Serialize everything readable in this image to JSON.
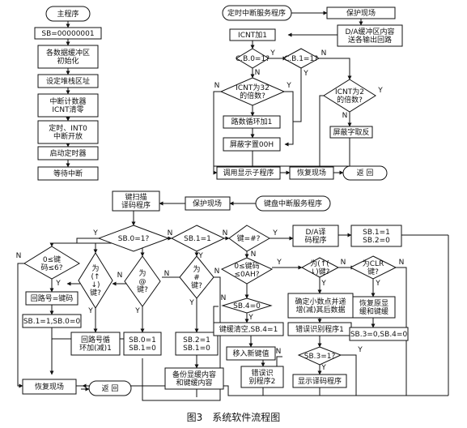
{
  "caption": "图3　系统软件流程图",
  "main_program": {
    "start": "主程序",
    "steps": [
      "SB=00000001",
      "各数据缓冲区\n初始化",
      "设定堆栈区址",
      "中断计数器\nICNT清零",
      "定时、INT0\n中断开放",
      "启动定时器",
      "等待中断"
    ]
  },
  "timer_isr": {
    "start": "定时中断服务程序",
    "protect": "保护现场",
    "send_da": "D/A缓冲区内容\n送各输出回路",
    "icnt_inc": "ICNT加1",
    "cond_cb0": "C.B.0=1?",
    "cond_cb1": "C.B.1=1?",
    "cond_icnt32": "ICNT为32\n的倍数?",
    "cond_icnt2": "ICNT为2\n的倍数?",
    "loop_inc": "路数循环加1",
    "mask_set": "屏蔽字置00H",
    "mask_inv": "屏蔽字取反",
    "call_display": "调用显示子程序",
    "restore": "恢复现场",
    "ret": "返 回"
  },
  "keyboard_isr": {
    "start": "键盘中断服务程序",
    "protect": "保护现场",
    "scan": "键扫描\n译码程序",
    "cond_sb0": "SB.0=1?",
    "cond_sb1": "SB.1=1",
    "cond_key_hash_q": "键=#?",
    "da_decode": "D/A译\n码程序",
    "set_sb": "SB.1=1\nSB.2=0",
    "cond_key_range6": "0≤键\n码≤6?",
    "cond_up_down": "为\n(↑\n↓)\n键?",
    "cond_at": "为\n@\n键?",
    "cond_hash": "为\n#\n键?",
    "cond_key_range_a": "0≤键码\n≤0AH?",
    "cond_up_down2": "为(↑(\n↓)键?",
    "cond_clr": "为CLR\n键?",
    "loop_eq_key": "回路号=键码",
    "sb_set_a": "SB.1=1,SB.0=0",
    "loop_cycle": "回路号循\n环加(减)1",
    "sb_set_b": "SB.0=1\nSB.1=0",
    "sb_set_c": "SB.2=1\nSB.1=0",
    "backup": "备份显缓内容\n和键缓内容",
    "cond_sb4": "SB.4=0",
    "key_clear": "键缓清空,SB.4=1",
    "move_key": "移入新键值",
    "err_2": "错误识\n别程序2",
    "confirm_dec": "确定小数点并递\n增(减)其后数据",
    "err_1": "错误识别程序1",
    "cond_sb3": "SB.3=1?",
    "show_decode": "显示译码程序",
    "restore_buf": "恢复原显\n缓和键缓",
    "sb_reset": "SB.3=0,SB.4=0",
    "restore": "恢复现场",
    "ret": "返 回"
  },
  "flow_labels": {
    "yes": "Y",
    "no": "N"
  }
}
